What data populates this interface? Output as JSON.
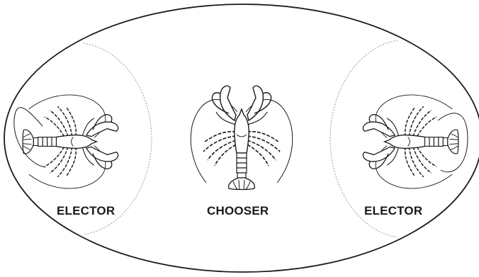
{
  "labels": {
    "left": "ELECTOR",
    "center": "CHOOSER",
    "right": "ELECTOR"
  },
  "figures": [
    {
      "role": "elector",
      "side": "left",
      "icon": "crayfish-icon",
      "facing": "right"
    },
    {
      "role": "chooser",
      "side": "center",
      "icon": "crayfish-icon",
      "facing": "up"
    },
    {
      "role": "elector",
      "side": "right",
      "icon": "crayfish-icon",
      "facing": "left"
    }
  ],
  "colors": {
    "stroke": "#1a1a1a",
    "zone_dotted": "#9a9a9a",
    "background": "#ffffff"
  }
}
